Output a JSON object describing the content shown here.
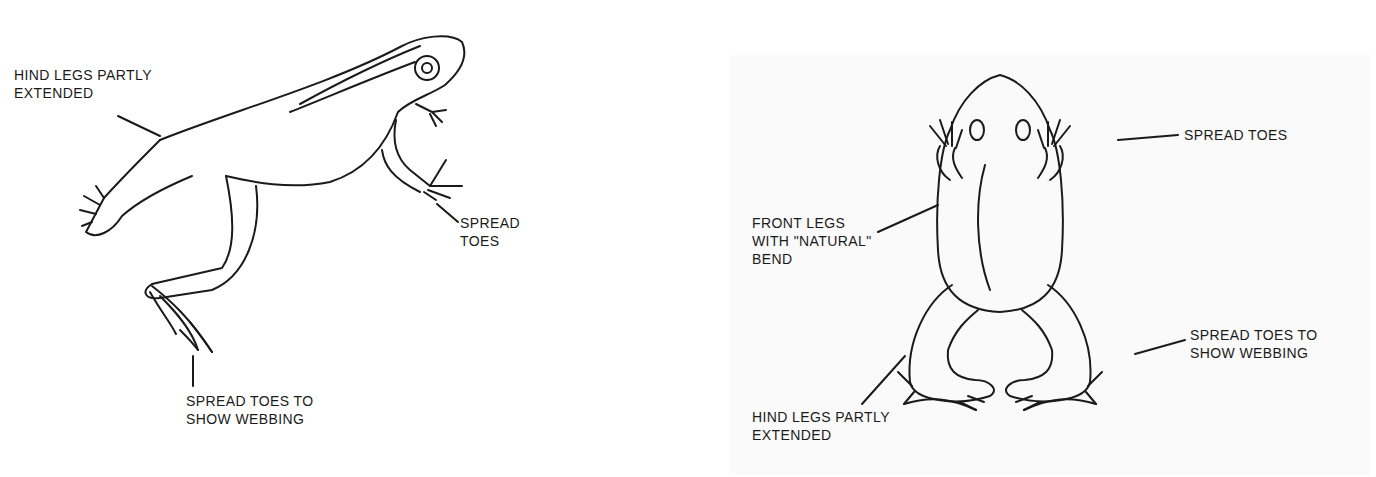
{
  "diagram": {
    "labels": [
      "HIND LEGS PARTLY EXTENDED",
      "SPREAD TOES",
      "SPREAD TOES TO SHOW WEBBING",
      "SPREAD TOES",
      "FRONT LEGS WITH \"NATURAL\" BEND",
      "SPREAD TOES TO SHOW WEBBING",
      "HIND LEGS PARTLY EXTENDED"
    ]
  }
}
